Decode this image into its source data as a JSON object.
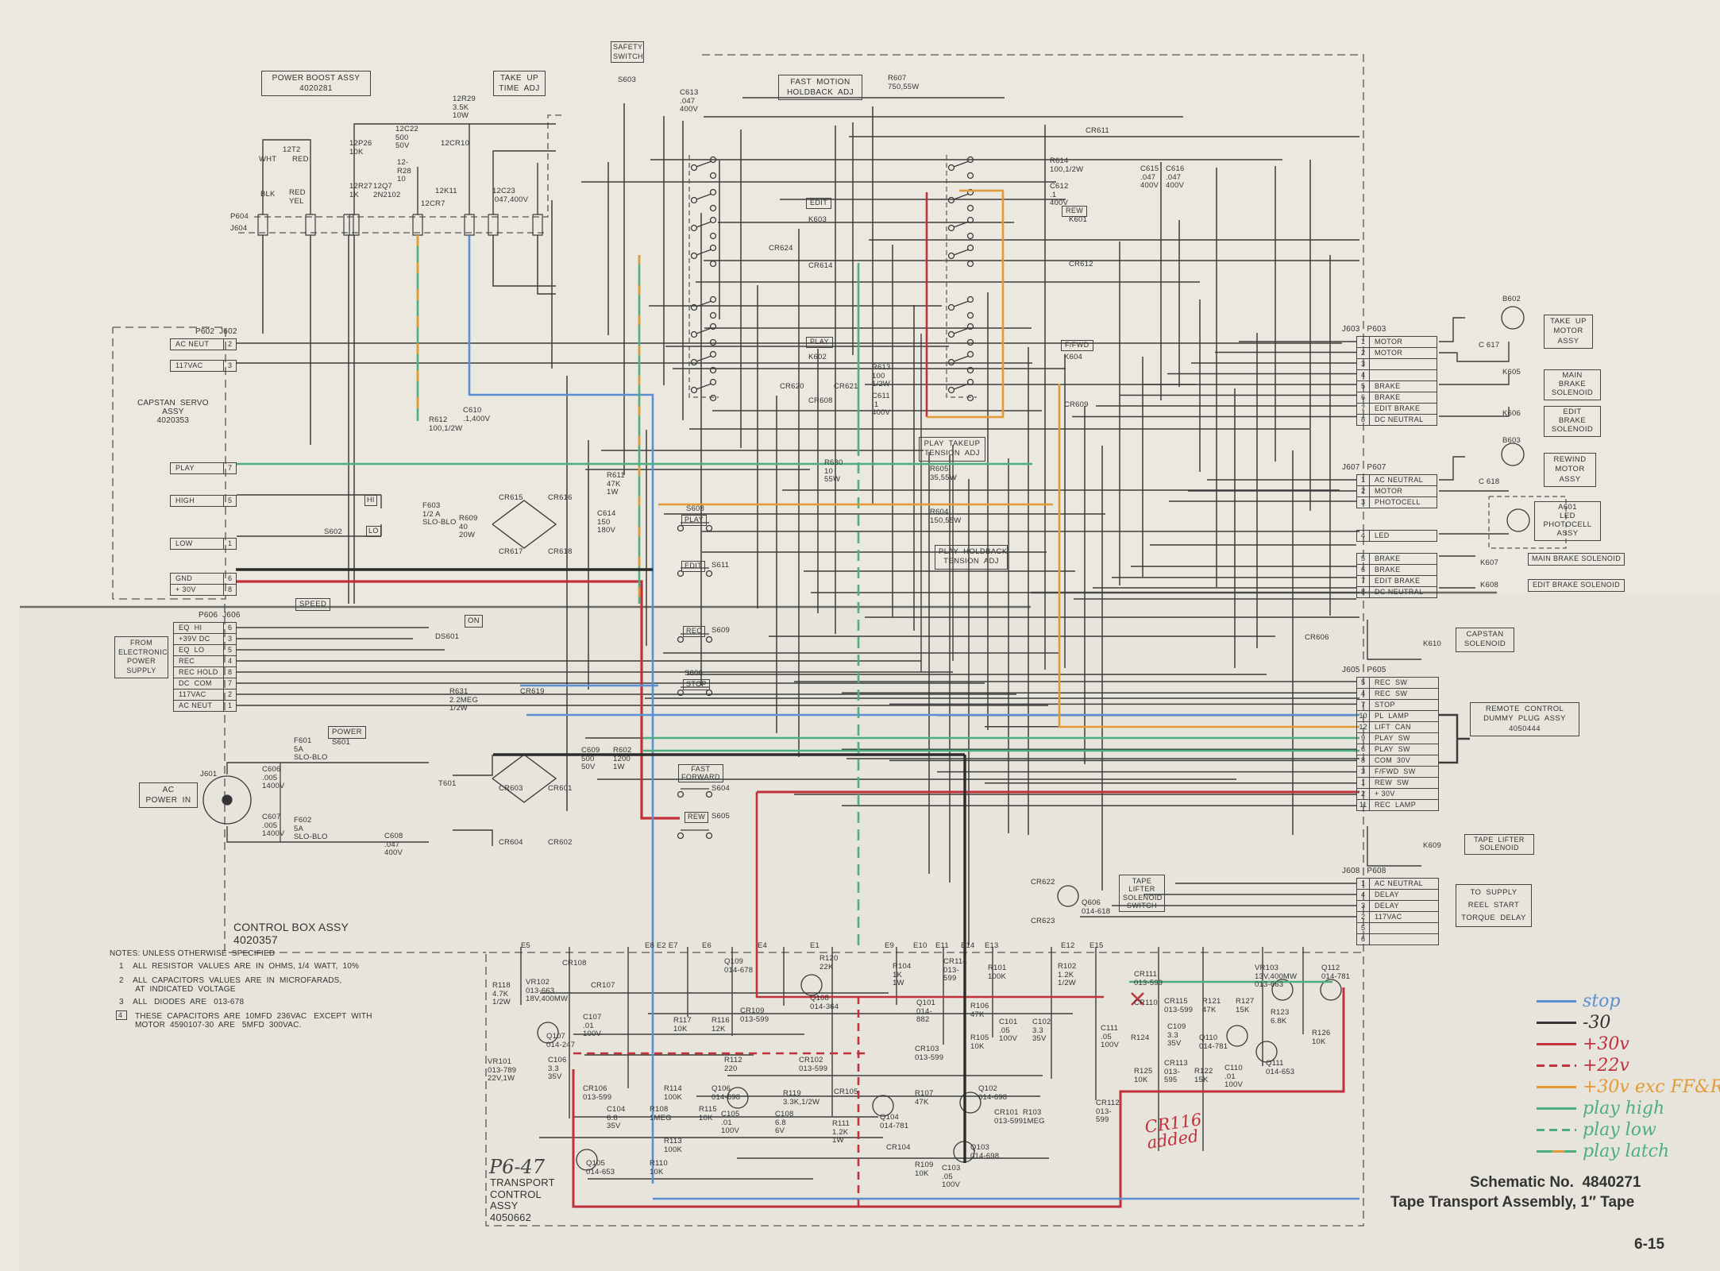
{
  "title_block": {
    "schematic_no": "Schematic No.  4840271",
    "title": "Tape Transport Assembly, 1″ Tape",
    "page": "6-15"
  },
  "legend": [
    {
      "label": "stop",
      "color": "#5b8fd0",
      "style": "solid"
    },
    {
      "label": "-30",
      "color": "#333333",
      "style": "solid"
    },
    {
      "label": "+30v",
      "color": "#c2303c",
      "style": "solid"
    },
    {
      "label": "+22v",
      "color": "#c2303c",
      "style": "dashed"
    },
    {
      "label": "+30v exc FF&R",
      "color": "#e39a35",
      "style": "solid"
    },
    {
      "label": "play high",
      "color": "#4fae7e",
      "style": "solid"
    },
    {
      "label": "play low",
      "color": "#4fae7e",
      "style": "dashed"
    },
    {
      "label": "play latch",
      "color": "#4fae7e",
      "style": "green-orange"
    }
  ],
  "handwritten": {
    "cr116": "CR116\nadded",
    "ref": "P6-47"
  },
  "notes": {
    "header": "NOTES: UNLESS OTHERWISE  SPECIFIED",
    "items": [
      "1    ALL  RESISTOR  VALUES  ARE  IN  OHMS, 1/4  WATT,  10%",
      "2    ALL  CAPACITORS  VALUES  ARE  IN  MICROFARADS,\n       AT  INDICATED  VOLTAGE",
      "3    ALL   DIODES  ARE   013-678",
      "THESE  CAPACITORS  ARE  10MFD  236VAC   EXCEPT  WITH\nMOTOR  4590107-30  ARE   5MFD  300VAC."
    ],
    "note4_marker": "4"
  },
  "assemblies": {
    "power_boost": "POWER BOOST ASSY\n4020281",
    "take_up_time": "TAKE  UP\nTIME  ADJ",
    "safety_switch": "SAFETY\nSWITCH",
    "fast_motion": "FAST  MOTION\nHOLDBACK  ADJ",
    "capstan_servo": "CAPSTAN  SERVO\nASSY\n4020353",
    "from_eps": "FROM\nELECTRONIC\nPOWER\nSUPPLY",
    "ac_power_in": "AC\nPOWER  IN",
    "control_box": "CONTROL BOX ASSY\n4020357",
    "transport_control": "TRANSPORT\nCONTROL\nASSY\n4050662",
    "play_takeup": "PLAY  TAKEUP\nTENSION  ADJ",
    "play_holdback": "PLAY  HOLDBACK\nTENSION  ADJ",
    "tape_lifter_switch": "TAPE\nLIFTER\nSOLENOID\nSWITCH",
    "take_up_motor": "TAKE  UP\nMOTOR\nASSY",
    "main_brake_1": "MAIN\nBRAKE\nSOLENOID",
    "edit_brake_1": "EDIT\nBRAKE\nSOLENOID",
    "rewind_motor": "REWIND\nMOTOR\nASSY",
    "a601": "A601\nLED\nPHOTOCELL\nASSY",
    "main_brake_2": "MAIN BRAKE SOLENOID",
    "edit_brake_2": "EDIT BRAKE SOLENOID",
    "capstan_solenoid": "CAPSTAN\nSOLENOID",
    "remote_control": "REMOTE  CONTROL\nDUMMY  PLUG  ASSY\n4050444",
    "tape_lifter_solenoid": "TAPE  LIFTER\nSOLENOID",
    "supply_reel": "TO  SUPPLY\nREEL  START\nTORQUE  DELAY"
  },
  "switches": [
    {
      "key": "speed",
      "label": "SPEED"
    },
    {
      "key": "on",
      "label": "ON"
    },
    {
      "key": "power",
      "label": "POWER"
    },
    {
      "key": "hi",
      "label": "HI"
    },
    {
      "key": "lo",
      "label": "LO"
    },
    {
      "key": "edit_relay",
      "label": "EDIT"
    },
    {
      "key": "play_relay",
      "label": "PLAY"
    },
    {
      "key": "rew_relay",
      "label": "REW"
    },
    {
      "key": "ffwd_relay",
      "label": "F/FWD"
    },
    {
      "key": "s608",
      "label": "PLAY",
      "ref": "S608"
    },
    {
      "key": "s611",
      "label": "EDIT",
      "ref": "S611"
    },
    {
      "key": "s609",
      "label": "REC",
      "ref": "S609"
    },
    {
      "key": "s606",
      "label": "STOP",
      "ref": "S606"
    },
    {
      "key": "s604",
      "label": "FAST\nFORWARD",
      "ref": "S604"
    },
    {
      "key": "s605",
      "label": "REW",
      "ref": "S605"
    }
  ],
  "connectors": {
    "p602": {
      "header": "P602  J602",
      "rows": [
        {
          "pin": "2",
          "label": "AC NEUT"
        },
        {
          "pin": "3",
          "label": "117VAC"
        },
        {
          "pin": "7",
          "label": "PLAY"
        },
        {
          "pin": "5",
          "label": "HIGH"
        },
        {
          "pin": "1",
          "label": "LOW"
        },
        {
          "pin": "6",
          "label": "GND"
        },
        {
          "pin": "8",
          "label": "+ 30V"
        }
      ]
    },
    "p606": {
      "header": "P606  J606",
      "rows": [
        {
          "pin": "6",
          "label": "EQ  HI"
        },
        {
          "pin": "3",
          "label": "+39V DC"
        },
        {
          "pin": "5",
          "label": "EQ  LO"
        },
        {
          "pin": "4",
          "label": "REC"
        },
        {
          "pin": "8",
          "label": "REC HOLD"
        },
        {
          "pin": "7",
          "label": "DC  COM"
        },
        {
          "pin": "2",
          "label": "117VAC"
        },
        {
          "pin": "1",
          "label": "AC NEUT"
        }
      ]
    },
    "p603": {
      "header": "J603   P603",
      "rows": [
        {
          "pin": "1",
          "label": "MOTOR"
        },
        {
          "pin": "2",
          "label": "MOTOR"
        },
        {
          "pin": "3",
          "label": ""
        },
        {
          "pin": "4",
          "label": ""
        },
        {
          "pin": "5",
          "label": "BRAKE"
        },
        {
          "pin": "6",
          "label": "BRAKE"
        },
        {
          "pin": "7",
          "label": "EDIT BRAKE"
        },
        {
          "pin": "8",
          "label": "DC NEUTRAL"
        }
      ]
    },
    "p607": {
      "header": "J607   P607",
      "rows": [
        {
          "pin": "1",
          "label": "AC NEUTRAL"
        },
        {
          "pin": "2",
          "label": "MOTOR"
        },
        {
          "pin": "3",
          "label": "PHOTOCELL"
        },
        {
          "pin": "4",
          "label": "LED"
        },
        {
          "pin": "5",
          "label": "BRAKE"
        },
        {
          "pin": "6",
          "label": "BRAKE"
        },
        {
          "pin": "7",
          "label": "EDIT BRAKE"
        },
        {
          "pin": "8",
          "label": "DC NEUTRAL"
        }
      ]
    },
    "p605": {
      "header": "J605   P605",
      "rows": [
        {
          "pin": "5",
          "label": "REC  SW"
        },
        {
          "pin": "4",
          "label": "REC  SW"
        },
        {
          "pin": "7",
          "label": "STOP"
        },
        {
          "pin": "10",
          "label": "PL  LAMP"
        },
        {
          "pin": "12",
          "label": "LIFT  CAN"
        },
        {
          "pin": "9",
          "label": "PLAY  SW"
        },
        {
          "pin": "6",
          "label": "PLAY  SW"
        },
        {
          "pin": "8",
          "label": "COM  30V"
        },
        {
          "pin": "3",
          "label": "F/FWD  SW"
        },
        {
          "pin": "1",
          "label": "REW  SW"
        },
        {
          "pin": "2",
          "label": "+ 30V"
        },
        {
          "pin": "11",
          "label": "REC  LAMP"
        }
      ]
    },
    "p608": {
      "header": "J608   P608",
      "rows": [
        {
          "pin": "1",
          "label": "AC NEUTRAL"
        },
        {
          "pin": "4",
          "label": "DELAY"
        },
        {
          "pin": "3",
          "label": "DELAY"
        },
        {
          "pin": "2",
          "label": "117VAC"
        },
        {
          "pin": "5",
          "label": ""
        },
        {
          "pin": "6",
          "label": ""
        }
      ]
    }
  },
  "components": [
    "12T2",
    "WHT",
    "RED",
    "BLK",
    "RED\nYEL",
    "12P26\n10K",
    "12R27\n1K",
    "12Q7\n2N2102",
    "12C22\n500\n50V",
    "12-\nR28\n10",
    "12CR7",
    "12R29\n3.5K\n10W",
    "12CR10",
    "12K11",
    "12C23\n.047,400V",
    "P604",
    "J604",
    "S603",
    "C613\n.047\n400V",
    "R607\n750,55W",
    "CR611",
    "R614\n100,1/2W",
    "C612\n.1\n400V",
    "C615\n.047\n400V",
    "C616\n.047\n400V",
    "K603",
    "CR624",
    "CR614",
    "K601",
    "CR612",
    "K602",
    "CR620",
    "CR621",
    "CR608",
    "R613\n100\n1/2W",
    "C611\n.1\n400V",
    "K604",
    "CR609",
    "R612\n100,1/2W",
    "C610\n.1,400V",
    "R630\n10\n55W",
    "R605\n35,55W",
    "R604\n150,55W",
    "R611\n47K\n1W",
    "CR615",
    "CR616",
    "CR617",
    "CR618",
    "C614\n150\n180V",
    "F603\n1/2 A\nSLO-BLO",
    "R609\n40\n20W",
    "S602",
    "DS601",
    "CR619",
    "R631\n2.2MEG\n1/2W",
    "F601\n5A\nSLO-BLO",
    "S601",
    "C606\n.005\n1400V",
    "C607\n.005\n1400V",
    "F602\n5A\nSLO-BLO",
    "J601",
    "T601",
    "C608\n.047\n400V",
    "CR603",
    "CR601",
    "CR604",
    "CR602",
    "C609\n500\n50V",
    "R602\n1200\n1W",
    "CR606",
    "K610",
    "K609",
    "B602",
    "C 617",
    "K605",
    "K606",
    "B603",
    "C 618",
    "K607",
    "K608",
    "CR622",
    "Q606\n014-618",
    "CR623",
    "E5",
    "E8 E2 E7",
    "E6",
    "E4",
    "E1",
    "E9",
    "E10",
    "E11",
    "E14",
    "E13",
    "E12",
    "E15",
    "R118\n4.7K\n1/2W",
    "VR102\n013-663\n18V,400MW",
    "CR108",
    "CR107",
    "Q107\n014-247",
    "C107\n.01\n100V",
    "VR101\n013-789\n22V,1W",
    "C106\n3.3\n35V",
    "CR106\n013-599",
    "C104\n6.8\n35V",
    "R108\n1MEG",
    "R114\n100K",
    "R115\n10K",
    "C105\n.01\n100V",
    "Q106\n014-698",
    "R112\n220",
    "CR102\n013-599",
    "R119\n3.3K,1/2W",
    "CR105",
    "C108\n6.8\n6V",
    "R111\n1.2K\n1W",
    "Q104\n014-781",
    "CR104",
    "R107\n47K",
    "R109\n10K",
    "C103\n.05\n100V",
    "Q103\n014-698",
    "CR101\n013-599",
    "R103\n1MEG",
    "Q102\n014-698",
    "Q101\n014-\n882",
    "CR103\n013-599",
    "R105\n10K",
    "R106\n47K",
    "R101\n100K",
    "CR114\n013-\n599",
    "R104\n1K\n1W",
    "C101\n.05\n100V",
    "C102\n3.3\n35V",
    "R102\n1.2K\n1/2W",
    "Q109\n014-678",
    "CR109\n013-599",
    "R117\n10K",
    "R116\n12K",
    "Q108\n014-364",
    "R120\n22K",
    "Q105\n014-653",
    "R110\n10K",
    "R113\n100K",
    "CR111\n013-599",
    "CR110",
    "CR115\n013-599",
    "R121\n47K",
    "R127\n15K",
    "VR103\n13V,400MW\n013-663",
    "Q112\n014-781",
    "R123\n6.8K",
    "C111\n.05\n100V",
    "R124",
    "C109\n3.3\n35V",
    "Q110\n014-781",
    "R126\n10K",
    "R125\n10K",
    "CR113\n013-\n595",
    "R122\n15K",
    "C110\n.01\n100V",
    "Q111\n014-653",
    "CR112\n013-\n599"
  ]
}
